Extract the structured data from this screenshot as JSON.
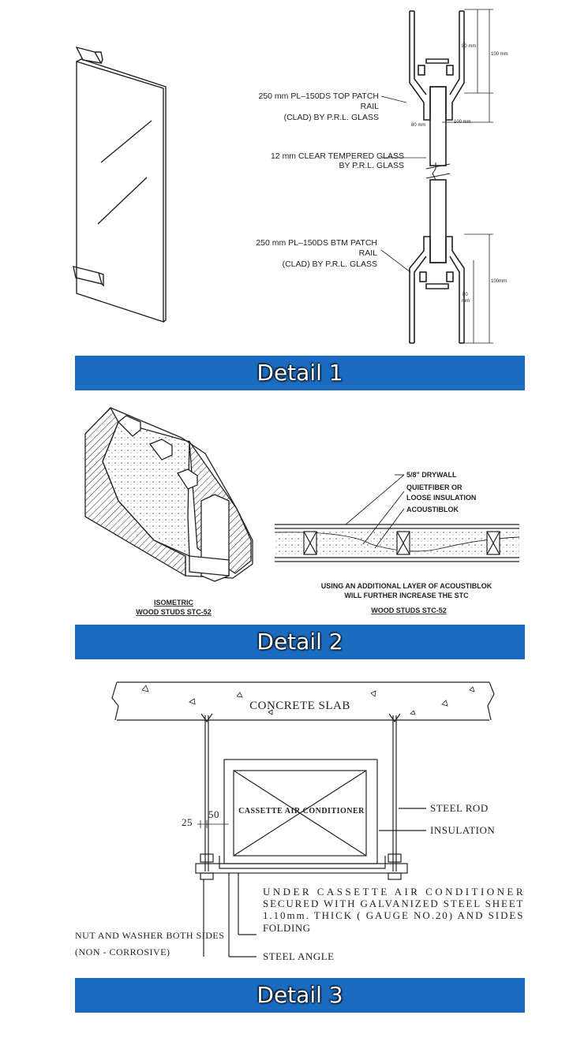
{
  "detail1": {
    "banner": "Detail 1",
    "top_label_1": "250 mm PL–150DS TOP PATCH",
    "top_label_2": "RAIL",
    "top_label_3": "(CLAD) BY P.R.L. GLASS",
    "glass_label_1": "12 mm CLEAR TEMPERED GLASS",
    "glass_label_2": "BY P.R.L. GLASS",
    "btm_label_1": "250 mm PL–150DS BTM PATCH",
    "btm_label_2": "RAIL",
    "btm_label_3": "(CLAD) BY P.R.L. GLASS",
    "dim_80_top": "80 mm",
    "dim_100_top": "100 mm",
    "dim_80_w": "80 mm",
    "dim_100_w": "100 mm",
    "dim_100_btm": "100mm",
    "dim_80_btm_1": "80",
    "dim_80_btm_2": "mm"
  },
  "detail2": {
    "banner": "Detail 2",
    "iso_title": "ISOMETRIC",
    "iso_sub": "WOOD STUDS STC-52",
    "drywall": "5/8\" DRYWALL",
    "quiet_1": "QUIETFIBER OR",
    "quiet_2": "LOOSE INSULATION",
    "acousti": "ACOUSTIBLOK",
    "note_1": "USING AN ADDITIONAL LAYER OF ACOUSTIBLOK",
    "note_2": "WILL FURTHER INCREASE THE STC",
    "section_title": "WOOD STUDS STC-52"
  },
  "detail3": {
    "banner": "Detail 3",
    "slab": "CONCRETE SLAB",
    "unit": "CASSETTE AIR CONDITIONER",
    "steel_rod": "STEEL ROD",
    "insulation": "INSULATION",
    "dim_25": "25",
    "dim_50": "50",
    "note_1": "UNDER  CASSETTE  AIR  CONDITIONER",
    "note_2": "SECURED WITH GALVANIZED STEEL SHEET",
    "note_3": "1.10mm. THICK ( GAUGE NO.20) AND SIDES",
    "note_4": "FOLDING",
    "nut_1": "NUT AND WASHER BOTH SIDES",
    "nut_2": "(NON - CORROSIVE)",
    "steel_angle": "STEEL ANGLE"
  },
  "colors": {
    "banner": "#1b6cc0",
    "banner_text": "#ffffff",
    "line": "#222222"
  }
}
